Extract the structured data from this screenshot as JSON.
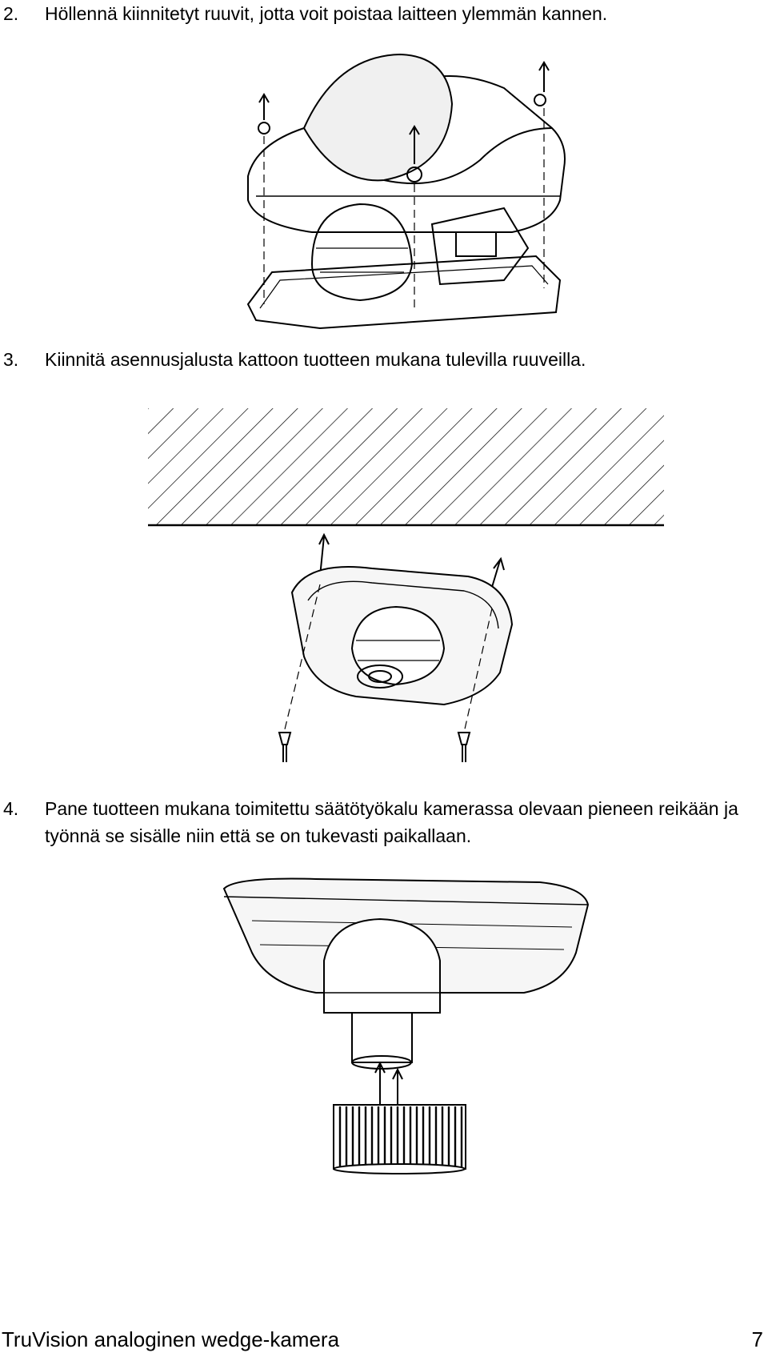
{
  "steps": [
    {
      "number": "2.",
      "text": "Höllennä kiinnitetyt ruuvit, jotta voit poistaa laitteen ylemmän kannen."
    },
    {
      "number": "3.",
      "text": "Kiinnitä asennusjalusta kattoon tuotteen mukana tulevilla ruuveilla."
    },
    {
      "number": "4.",
      "text": "Pane tuotteen mukana toimitettu säätötyökalu kamerassa olevaan pieneen reikään ja työnnä se sisälle niin että se on tukevasti paikallaan."
    }
  ],
  "footer": {
    "title": "TruVision analoginen wedge-kamera",
    "page": "7"
  }
}
